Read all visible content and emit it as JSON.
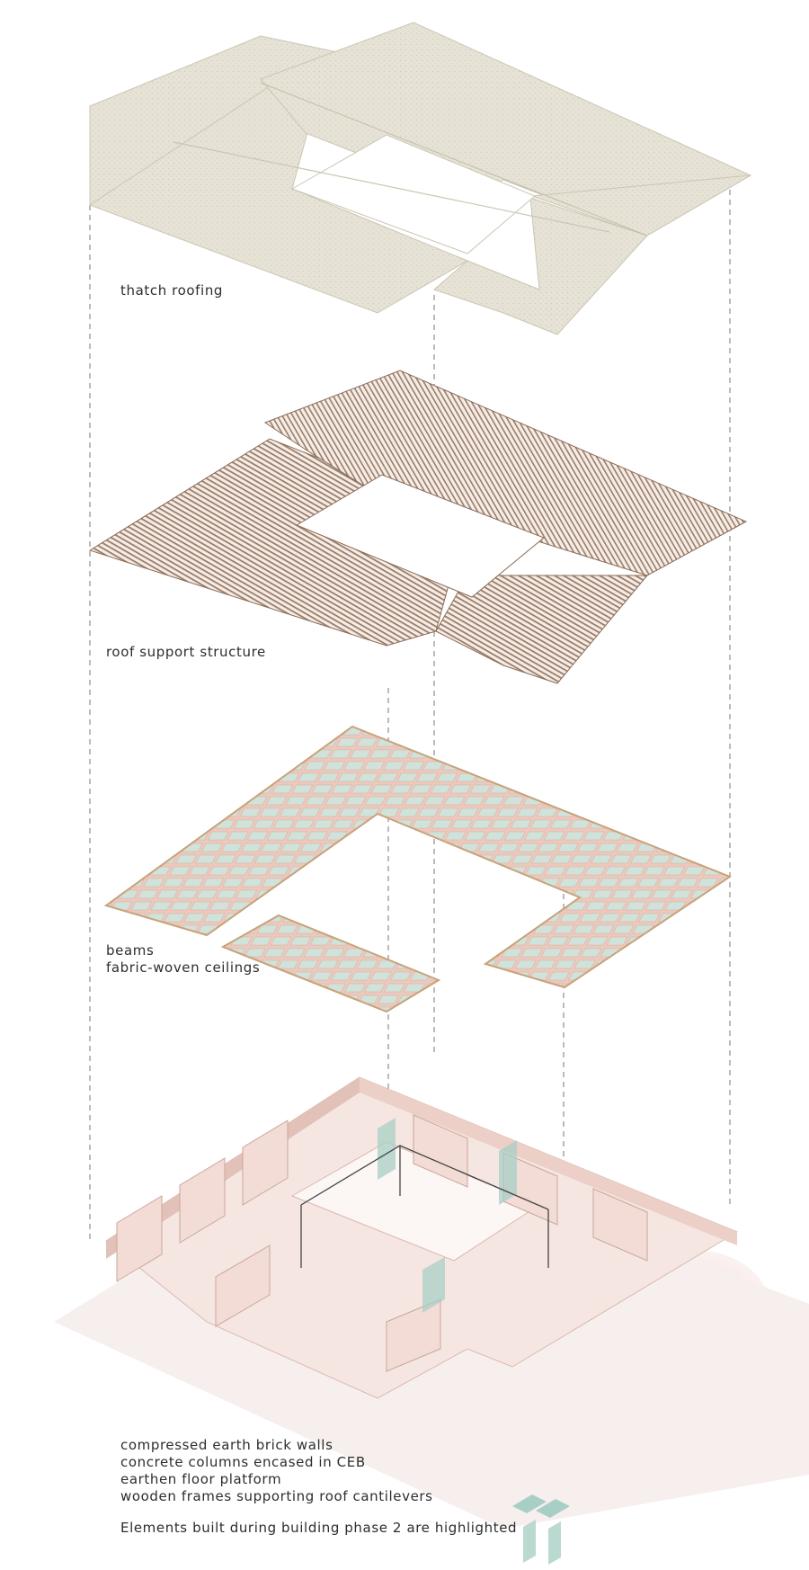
{
  "layers": {
    "thatch": {
      "label": "thatch roofing"
    },
    "support": {
      "label": "roof support structure"
    },
    "ceiling": {
      "label_line1": "beams",
      "label_line2": "fabric-woven ceilings"
    }
  },
  "legend": {
    "line1": "compressed earth brick walls",
    "line2": "concrete columns encased in CEB",
    "line3": "earthen floor platform",
    "line4": "wooden frames supporting roof cantilevers",
    "note": "Elements built during building phase 2 are highlighted"
  },
  "colors": {
    "thatch": "#e6e2d6",
    "thatch_edge": "#cbc5b3",
    "timber": "#9c7c66",
    "beam_frame": "#ecc8bd",
    "beam_edge": "#c9a27a",
    "ceiling_fabric": "#cfe3db",
    "wall": "#f2dcd5",
    "wall_dark": "#e2c2b8",
    "highlight": "#a8cfc6",
    "guide": "#777777"
  }
}
